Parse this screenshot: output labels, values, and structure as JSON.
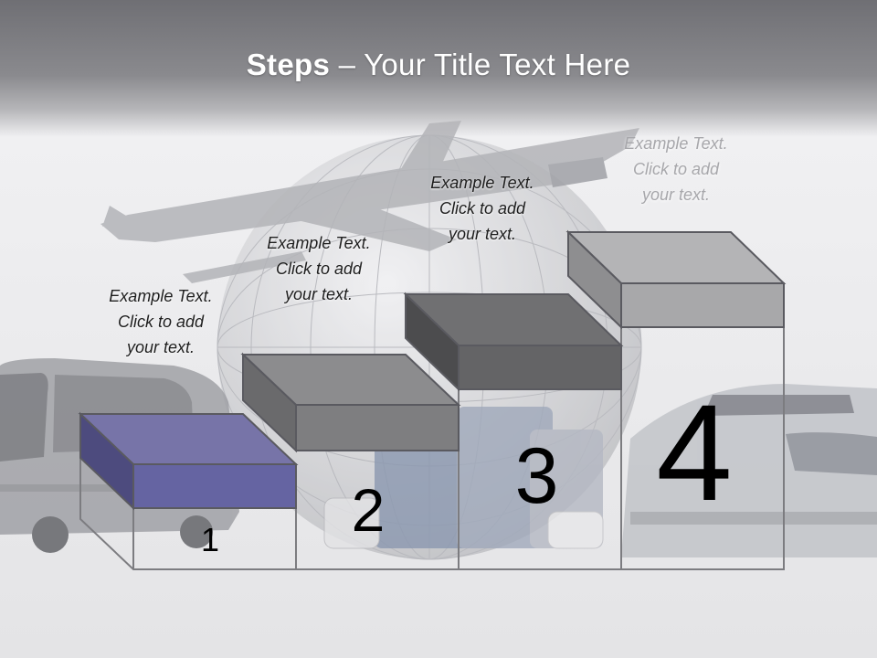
{
  "title": {
    "bold": "Steps",
    "rest": " – Your Title Text Here"
  },
  "steps": [
    {
      "number": "1",
      "caption": [
        "Example Text.",
        "Click  to add",
        "your text."
      ],
      "color": "#6c6aa8"
    },
    {
      "number": "2",
      "caption": [
        "Example Text.",
        "Click  to add",
        "your text."
      ],
      "color": "#8c8c8e"
    },
    {
      "number": "3",
      "caption": [
        "Example Text.",
        "Click  to add",
        "your text."
      ],
      "color": "#6c6c6e"
    },
    {
      "number": "4",
      "caption": [
        "Example Text.",
        "Click  to add",
        "your text."
      ],
      "color": "#b4b4b6"
    }
  ]
}
